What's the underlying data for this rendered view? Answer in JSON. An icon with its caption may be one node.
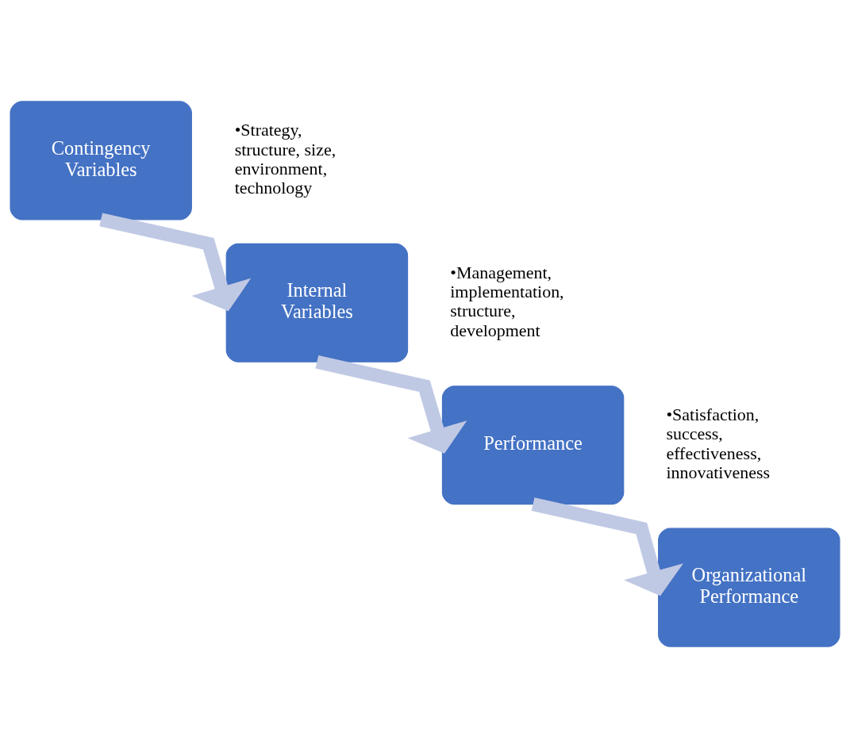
{
  "diagram": {
    "nodes": [
      {
        "text": [
          "Contingency Variables"
        ],
        "beside": [
          "•Strategy, structure, size, environment, technology"
        ]
      },
      {
        "text": [
          "Internal Variables"
        ],
        "beside": [
          "•Management, implementation, structure, development"
        ]
      },
      {
        "text": [
          "Performance"
        ],
        "beside": [
          "•Satisfaction, success, effectiveness, innovativeness"
        ]
      },
      {
        "text": [
          "Organizational Performance"
        ]
      }
    ],
    "edges": [
      {
        "from": 0,
        "to": 1,
        "arrow": "to"
      },
      {
        "from": 1,
        "to": 2,
        "arrow": "to"
      },
      {
        "from": 2,
        "to": 3,
        "arrow": "to"
      }
    ]
  }
}
